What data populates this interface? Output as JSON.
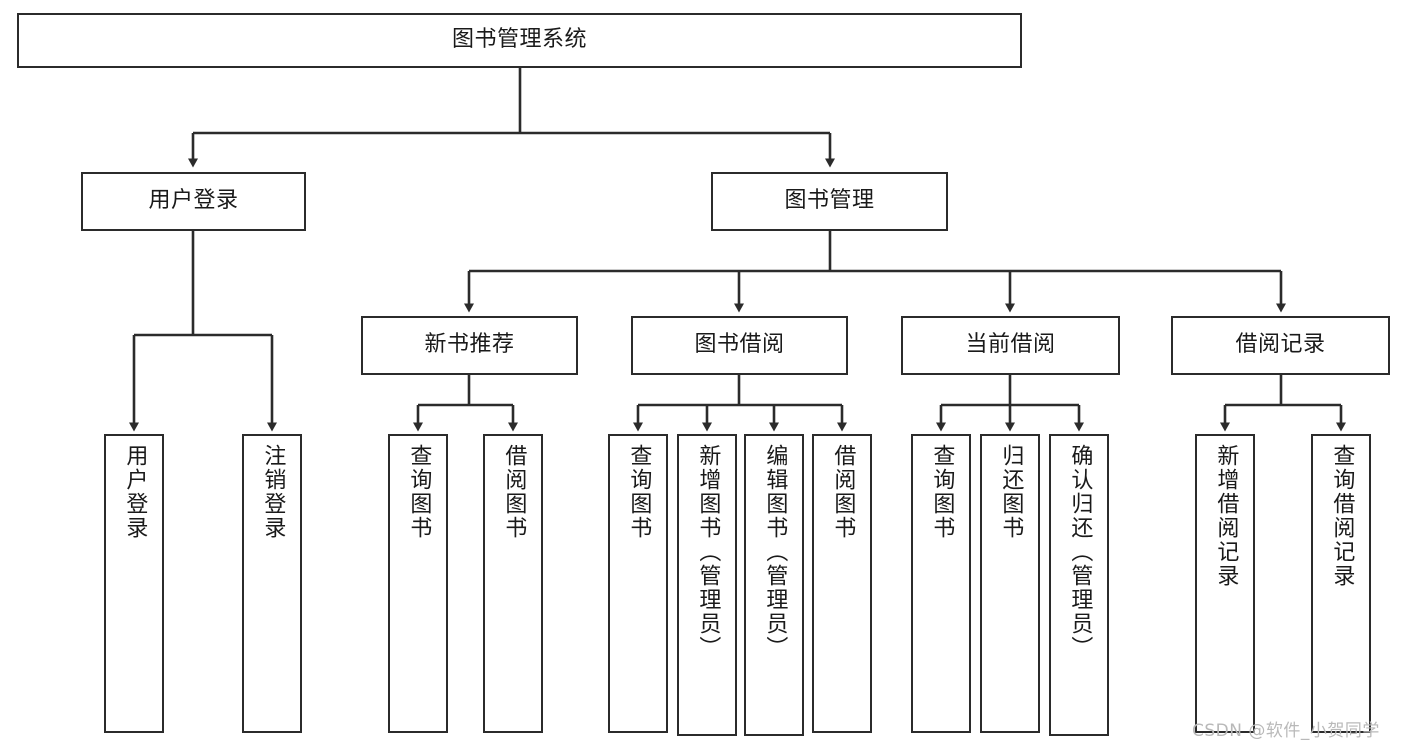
{
  "diagram": {
    "title": "图书管理系统",
    "watermark": "CSDN @软件_小贺同学",
    "nodes": {
      "root": "图书管理系统",
      "level1": [
        "用户登录",
        "图书管理"
      ],
      "level2": [
        "新书推荐",
        "图书借阅",
        "当前借阅",
        "借阅记录"
      ],
      "leaves": {
        "user_login": [
          "用户登录",
          "注销登录"
        ],
        "new_book_recommend": [
          "查询图书",
          "借阅图书"
        ],
        "book_borrow": [
          "查询图书",
          "新增图书（管理员）",
          "编辑图书（管理员）",
          "借阅图书"
        ],
        "current_borrow": [
          "查询图书",
          "归还图书",
          "确认归还（管理员）"
        ],
        "borrow_record": [
          "新增借阅记录",
          "查询借阅记录"
        ]
      }
    },
    "colors": {
      "stroke": "#2b2b2b",
      "fill": "#ffffff",
      "text": "#1a1a1a",
      "watermark": "#b9b9b9"
    }
  }
}
